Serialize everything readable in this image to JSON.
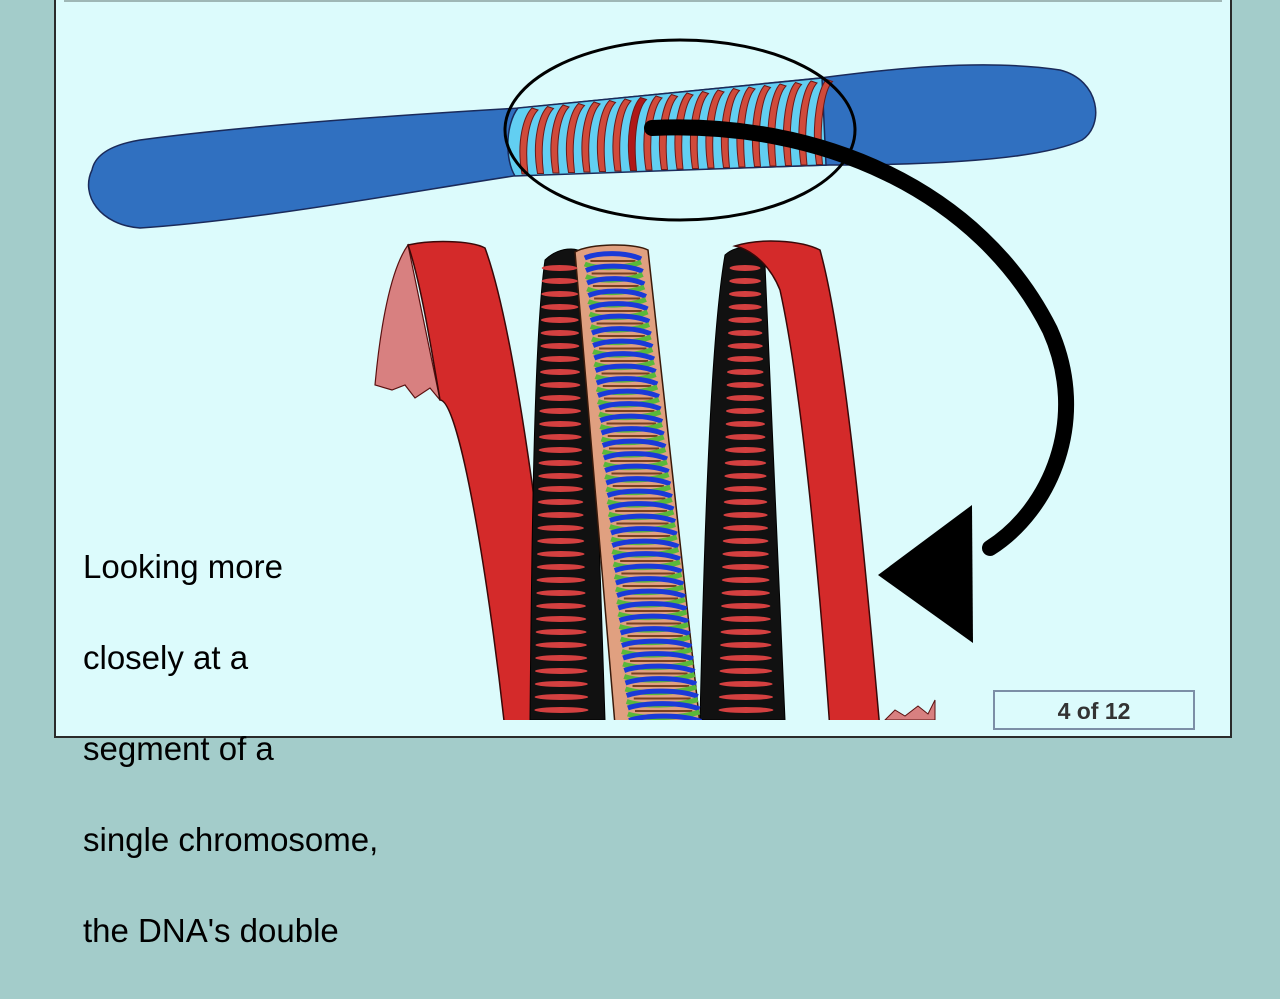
{
  "caption": {
    "lines": [
      "Looking more",
      "closely at a",
      "segment of a",
      "single chromosome,",
      "the DNA's double"
    ]
  },
  "pager": {
    "label": "4 of 12"
  },
  "colors": {
    "background_outer": "#a3ccca",
    "slide_bg": "#dcfbfc",
    "chromosome": "#3070c0",
    "chromosome_highlight": "#62cff2",
    "coil_red": "#d42a2a",
    "coil_light": "#d88080",
    "dna_blue": "#1a3ad8",
    "dna_green": "#5ab83a",
    "dna_base": "#e0a080",
    "arrow": "#000000"
  },
  "icons": [
    "magnify-ellipse",
    "curved-arrow-icon"
  ]
}
